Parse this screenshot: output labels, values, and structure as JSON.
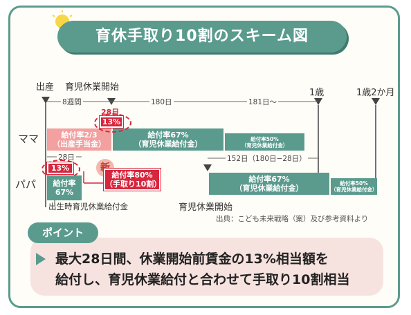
{
  "title": "育休手取り10割のスキーム図",
  "markers": {
    "birth": "出産",
    "leave_start": "育児休業開始",
    "age1": "1歳",
    "age1_2": "1歳2か月"
  },
  "periods": {
    "weeks8": "8週間",
    "days180": "180日",
    "days181": "181日〜",
    "days28_top": "28日",
    "days28_papa": "28日",
    "papa_span": "152日（180日−28日）"
  },
  "rows": {
    "mama": "ママ",
    "papa": "パパ"
  },
  "mama_bars": {
    "birth_benefit_rate": "給付率2/3",
    "birth_benefit_name": "（出産手当金）",
    "leave_rate": "給付率67%",
    "leave_name": "（育児休業給付金）",
    "after_rate": "給付率50%",
    "after_name": "（育児休業給付金）",
    "extra": "13%"
  },
  "papa_bars": {
    "extra": "13%",
    "birth_rate_1": "給付率",
    "birth_rate_2": "67%",
    "new_badge": "新",
    "new_rate": "給付率80%",
    "new_note": "（手取り10割）",
    "leave_rate": "給付率67%",
    "leave_name": "（育児休業給付金）",
    "after_rate": "給付率50%",
    "after_name": "（育児休業給付金）",
    "birth_time_label": "出生時育児休業給付金",
    "leave_start_label": "育児休業開始"
  },
  "source": "出典：こども未来戦略（案）及び参考資料より",
  "point": {
    "tag": "ポイント",
    "line1": "最大28日間、休業開始前賃金の13%相当額を",
    "line2": "給付し、育児休業給付と合わせて手取り10割相当"
  },
  "colors": {
    "teal": "#5a9b8e",
    "pink": "#f2a0a0",
    "red": "#d7263d"
  }
}
